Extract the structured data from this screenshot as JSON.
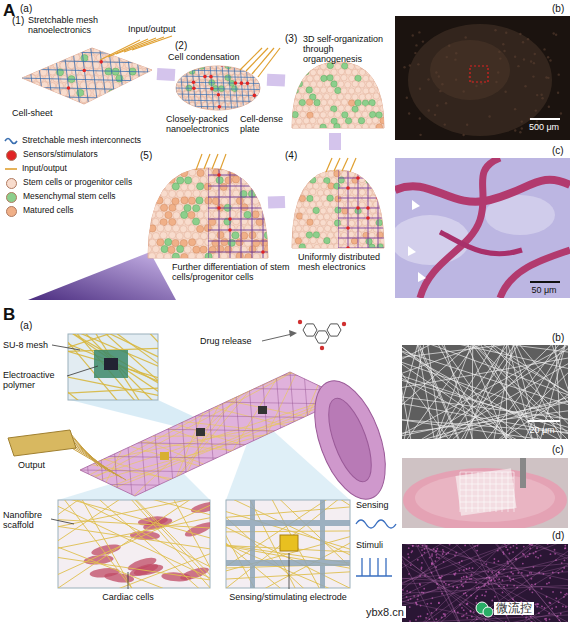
{
  "diagram": {
    "nodes": [
      {
        "text": [
          "(1)"
        ]
      },
      {
        "text": [
          "(2)"
        ]
      },
      {
        "text": [
          "(3)"
        ]
      },
      {
        "text": [
          "(4)"
        ]
      },
      {
        "text": [
          "(5)"
        ]
      }
    ],
    "edges": [
      {
        "from": 0,
        "to": 1,
        "arrow": "none"
      },
      {
        "from": 1,
        "to": 2,
        "arrow": "none"
      },
      {
        "from": 2,
        "to": 3,
        "arrow": "none"
      },
      {
        "from": 3,
        "to": 4,
        "arrow": "none"
      }
    ],
    "labels": [
      "A",
      "(a)",
      "Stretchable mesh nanoelectronics",
      "Input/output",
      "Cell-sheet",
      "Cell condensation",
      "Closely-packed nanoelectronics",
      "Cell-dense plate",
      "3D self-organization through organogenesis",
      "Uniformly distributed mesh electronics",
      "Further differentiation of stem cells/progenitor cells",
      "(b)",
      "500 μm",
      "(c)",
      "50 μm",
      "B",
      "(a)",
      "SU-8 mesh",
      "Electroactive polymer",
      "Drug release",
      "Output",
      "Nanofibre scaffold",
      "Cardiac cells",
      "Sensing/stimulating electrode",
      "Sensing",
      "Stimuli",
      "(b)",
      "20 μm",
      "(c)",
      "(d)",
      "ybx8.cn",
      "微流控"
    ],
    "legend": [
      {
        "text": "Stretchable mesh interconnects"
      },
      {
        "text": "Sensors/stimulators",
        "color": "#e02424"
      },
      {
        "text": "Input/output"
      },
      {
        "text": "Stem cells or progenitor cells",
        "color": "#f8dccd"
      },
      {
        "text": "Mesenchymal stem cells",
        "color": "#8ccf8c"
      },
      {
        "text": "Matured cells",
        "color": "#f0b088"
      }
    ]
  }
}
